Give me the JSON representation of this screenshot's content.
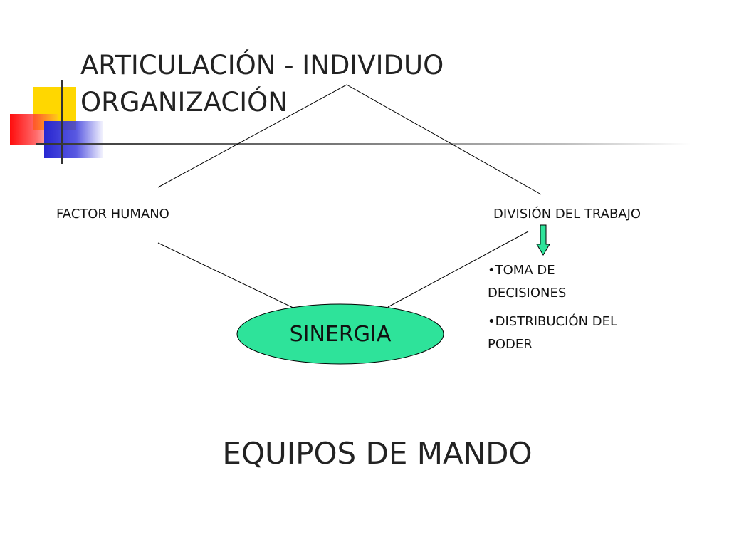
{
  "slide": {
    "title_line1": "ARTICULACIÓN - INDIVIDUO",
    "title_line2": "ORGANIZACIÓN",
    "left_node": "FACTOR HUMANO",
    "right_node": "DIVISIÓN DEL TRABAJO",
    "center_node": "SINERGIA",
    "bullets": [
      "TOMA DE DECISIONES",
      "DISTRIBUCIÓN DEL PODER"
    ],
    "footer": "EQUIPOS DE MANDO"
  },
  "colors": {
    "ellipse_fill": "#2ee39a",
    "arrow_fill": "#2ee39a",
    "line": "#000000",
    "accent_yellow": "#ffd700",
    "accent_red": "#ff0000",
    "accent_blue": "#2828d2"
  }
}
